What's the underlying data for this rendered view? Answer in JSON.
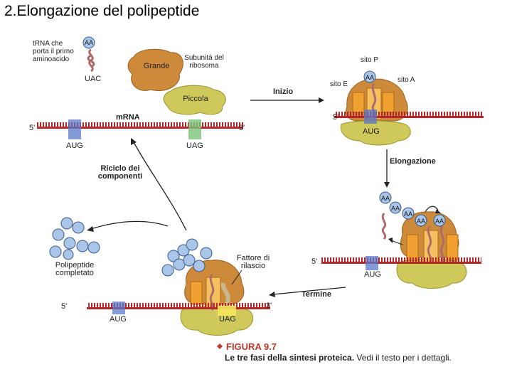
{
  "title": "2.Elongazione del polipeptide",
  "labels": {
    "trna": "tRNA che porta il primo aminoacido",
    "aa": "AA",
    "uac": "UAC",
    "large_subunit": "Grande",
    "subunit_caption": "Subunità del ribosoma",
    "small_subunit": "Piccola",
    "initiation": "Inizio",
    "mrna": "mRNA",
    "five_prime": "5'",
    "three_prime": "3'",
    "aug": "AUG",
    "uag": "UAG",
    "site_p": "sito P",
    "site_e": "sito E",
    "site_a": "sito A",
    "elongation": "Elongazione",
    "recycling": "Riciclo dei componenti",
    "polypeptide": "Polipeptide completato",
    "release_factor": "Fattore di rilascio",
    "termination": "Termine"
  },
  "figure": {
    "number": "FIGURA 9.7",
    "caption_bold": "Le tre fasi della sintesi proteica.",
    "caption_rest": " Vedi il testo per i dettagli."
  },
  "colors": {
    "mrna": "#b5282a",
    "large_subunit": "#cd8a3a",
    "small_subunit": "#cfc85a",
    "trna": "#b06a6a",
    "aa_ball": "#a9c6e8",
    "codon_aug": "#5a78c8",
    "codon_uag": "#7bc47a",
    "tRNA_slot": "#f0a030",
    "caption_accent": "#c0392b"
  }
}
